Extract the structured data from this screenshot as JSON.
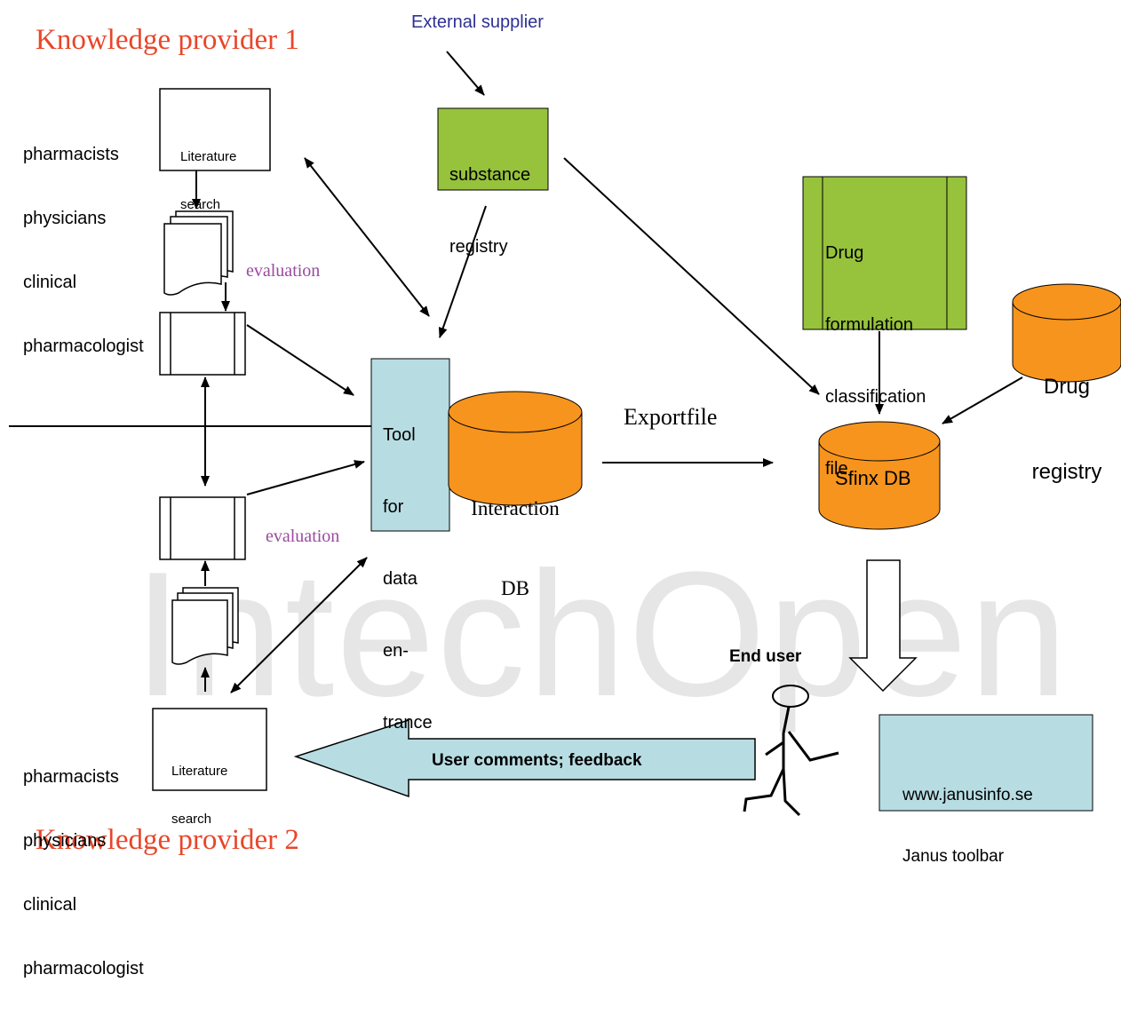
{
  "watermark": "IntechOpen",
  "providers": {
    "top": "Knowledge provider 1",
    "bottom": "Knowledge provider 2"
  },
  "roles": {
    "top": [
      "pharmacists",
      "physicians",
      "clinical",
      "pharmacologist"
    ],
    "bottom": [
      "pharmacists",
      "physicians",
      "clinical",
      "pharmacologist"
    ]
  },
  "literature_search": [
    "Literature",
    "search"
  ],
  "evaluation": "evaluation",
  "external_supplier": "External supplier",
  "substance_registry": [
    "substance",
    "registry"
  ],
  "drug_formulation": [
    "Drug",
    "formulation",
    "classification",
    "file"
  ],
  "drug_registry": [
    "Drug",
    "registry"
  ],
  "tool": [
    "Tool",
    "for",
    "data",
    "en-",
    "trance"
  ],
  "interaction_db": [
    "Interaction",
    "DB"
  ],
  "exportfile": "Exportfile",
  "sfinx_db": "Sfinx DB",
  "end_user": "End user",
  "janus": [
    "www.janusinfo.se",
    "Janus toolbar"
  ],
  "feedback": "User comments; feedback",
  "colors": {
    "green": "#97c23c",
    "orange": "#f7941d",
    "lightblue": "#b7dde3",
    "provider_red": "#e8462a",
    "supplier_blue": "#2e3192",
    "evaluation_purple": "#9a4aa0"
  }
}
